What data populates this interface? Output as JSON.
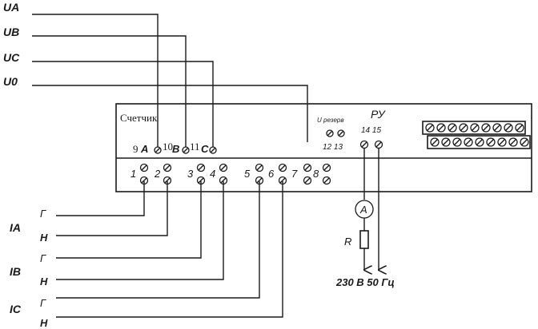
{
  "supply_lines": {
    "ua": "UA",
    "ub": "UB",
    "uc": "UC",
    "u0": "U0"
  },
  "meter": {
    "title": "Счетчик",
    "phase_row": {
      "n9": "9",
      "a": "A",
      "n10": "10",
      "b": "B",
      "n11": "11",
      "c": "C"
    },
    "u_reserve_label": "U резерв",
    "u_reserve_terminals": "12 13",
    "ru_label": "РУ",
    "ru_terminals": "14 15",
    "bottom_terminals": [
      "1",
      "2",
      "3",
      "4",
      "5",
      "6",
      "7",
      "8"
    ]
  },
  "current_lines": {
    "ia": "IA",
    "ib": "IB",
    "ic": "IC",
    "g": "Г",
    "n": "Н"
  },
  "load": {
    "ammeter": "A",
    "resistor": "R",
    "supply": "230 В 50 Гц"
  }
}
